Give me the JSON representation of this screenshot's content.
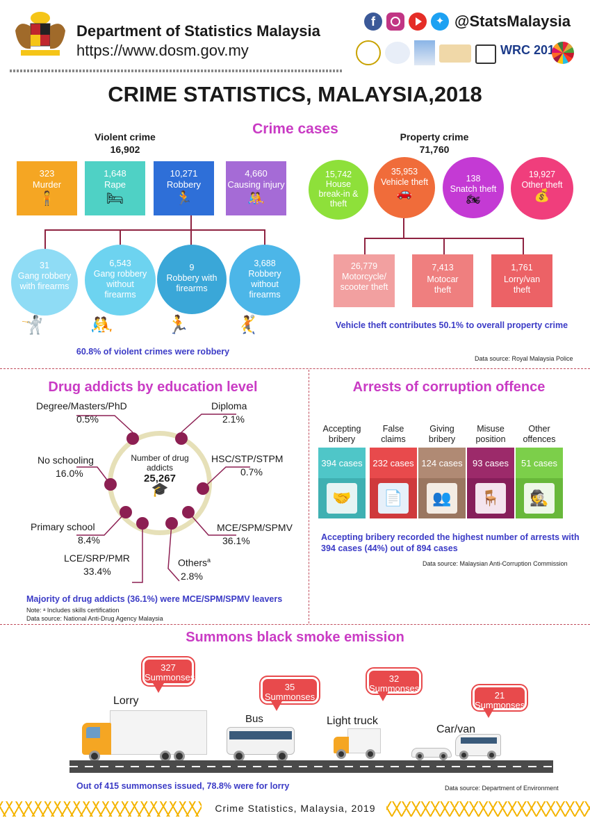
{
  "header": {
    "org": "Department of Statistics Malaysia",
    "url": "https://www.dosm.gov.my",
    "social_handle": "@StatsMalaysia",
    "social_icons": [
      "facebook-icon",
      "instagram-icon",
      "youtube-icon",
      "twitter-icon"
    ],
    "logo_text": "WRC 2019"
  },
  "title": "CRIME STATISTICS, MALAYSIA,2018",
  "crime_cases": {
    "heading": "Crime cases",
    "violent": {
      "label": "Violent crime",
      "total": "16,902",
      "items": [
        {
          "value": "323",
          "label": "Murder",
          "color": "#f5a623"
        },
        {
          "value": "1,648",
          "label": "Rape",
          "color": "#4fd1c5"
        },
        {
          "value": "10,271",
          "label": "Robbery",
          "color": "#2e6fd8"
        },
        {
          "value": "4,660",
          "label": "Causing injury",
          "color": "#a56bd6"
        }
      ],
      "robbery_types": [
        {
          "value": "31",
          "label": "Gang robbery with firearms",
          "color": "#8fdcf5"
        },
        {
          "value": "6,543",
          "label": "Gang robbery without firearms",
          "color": "#6dd3f0"
        },
        {
          "value": "9",
          "label": "Robbery with firearms",
          "color": "#3aa7d8"
        },
        {
          "value": "3,688",
          "label": "Robbery without firearms",
          "color": "#4cb6e8"
        }
      ],
      "note": "60.8% of violent crimes were robbery"
    },
    "property": {
      "label": "Property crime",
      "total": "71,760",
      "items": [
        {
          "value": "15,742",
          "label": "House break-in & theft",
          "color": "#8ee03a"
        },
        {
          "value": "35,953",
          "label": "Vehicle theft",
          "color": "#f06c3a"
        },
        {
          "value": "138",
          "label": "Snatch theft",
          "color": "#c43ad4"
        },
        {
          "value": "19,927",
          "label": "Other theft",
          "color": "#f03e7c"
        }
      ],
      "vehicle_types": [
        {
          "value": "26,779",
          "label": "Motorcycle/ scooter theft",
          "color": "#f2a0a0"
        },
        {
          "value": "7,413",
          "label": "Motocar theft",
          "color": "#ef7f7f"
        },
        {
          "value": "1,761",
          "label": "Lorry/van theft",
          "color": "#ec6266"
        }
      ],
      "note": "Vehicle theft contributes 50.1% to overall property crime"
    },
    "source": "Data source: Royal Malaysia Police"
  },
  "drug": {
    "heading": "Drug addicts by education level",
    "center_label": "Number of drug addicts",
    "center_value": "25,267",
    "levels": [
      {
        "label": "Degree/Masters/PhD",
        "pct": "0.5%"
      },
      {
        "label": "Diploma",
        "pct": "2.1%"
      },
      {
        "label": "No schooling",
        "pct": "16.0%"
      },
      {
        "label": "HSC/STP/STPM",
        "pct": "0.7%"
      },
      {
        "label": "Primary school",
        "pct": "8.4%"
      },
      {
        "label": "MCE/SPM/SPMV",
        "pct": "36.1%"
      },
      {
        "label": "LCE/SRP/PMR",
        "pct": "33.4%"
      },
      {
        "label": "Others",
        "sup": "a",
        "pct": "2.8%"
      }
    ],
    "note": "Majority of drug addicts (36.1%) were MCE/SPM/SPMV leavers",
    "footnote": "Note: ᵃ Includes skills certification",
    "source": "Data source: National Anti-Drug Agency Malaysia"
  },
  "corruption": {
    "heading": "Arrests of corruption offence",
    "items": [
      {
        "label": "Accepting bribery",
        "value": "394 cases",
        "color": "#4fc6c8",
        "icon": "handshake-bribe-icon"
      },
      {
        "label": "False claims",
        "value": "232 cases",
        "color": "#e84a4c",
        "icon": "document-icon"
      },
      {
        "label": "Giving bribery",
        "value": "124 cases",
        "color": "#b08a74",
        "icon": "bribe-exchange-icon"
      },
      {
        "label": "Misuse position",
        "value": "93 cases",
        "color": "#9c2a6a",
        "icon": "desk-icon"
      },
      {
        "label": "Other offences",
        "value": "51 cases",
        "color": "#7ccf4a",
        "icon": "thief-icon"
      }
    ],
    "note": "Accepting bribery recorded the highest number of arrests with 394 cases (44%) out of 894 cases",
    "source": "Data source: Malaysian Anti-Corruption Commission"
  },
  "summons": {
    "heading": "Summons black smoke emission",
    "items": [
      {
        "vehicle": "Lorry",
        "value": "327",
        "unit": "Summonses"
      },
      {
        "vehicle": "Bus",
        "value": "35",
        "unit": "Summonses"
      },
      {
        "vehicle": "Light truck",
        "value": "32",
        "unit": "Summonses"
      },
      {
        "vehicle": "Car/van",
        "value": "21",
        "unit": "Summonses"
      }
    ],
    "note": "Out of 415 summonses issued, 78.8% were for lorry",
    "source": "Data source: Department of Environment"
  },
  "footer": "Crime Statistics, Malaysia, 2019"
}
